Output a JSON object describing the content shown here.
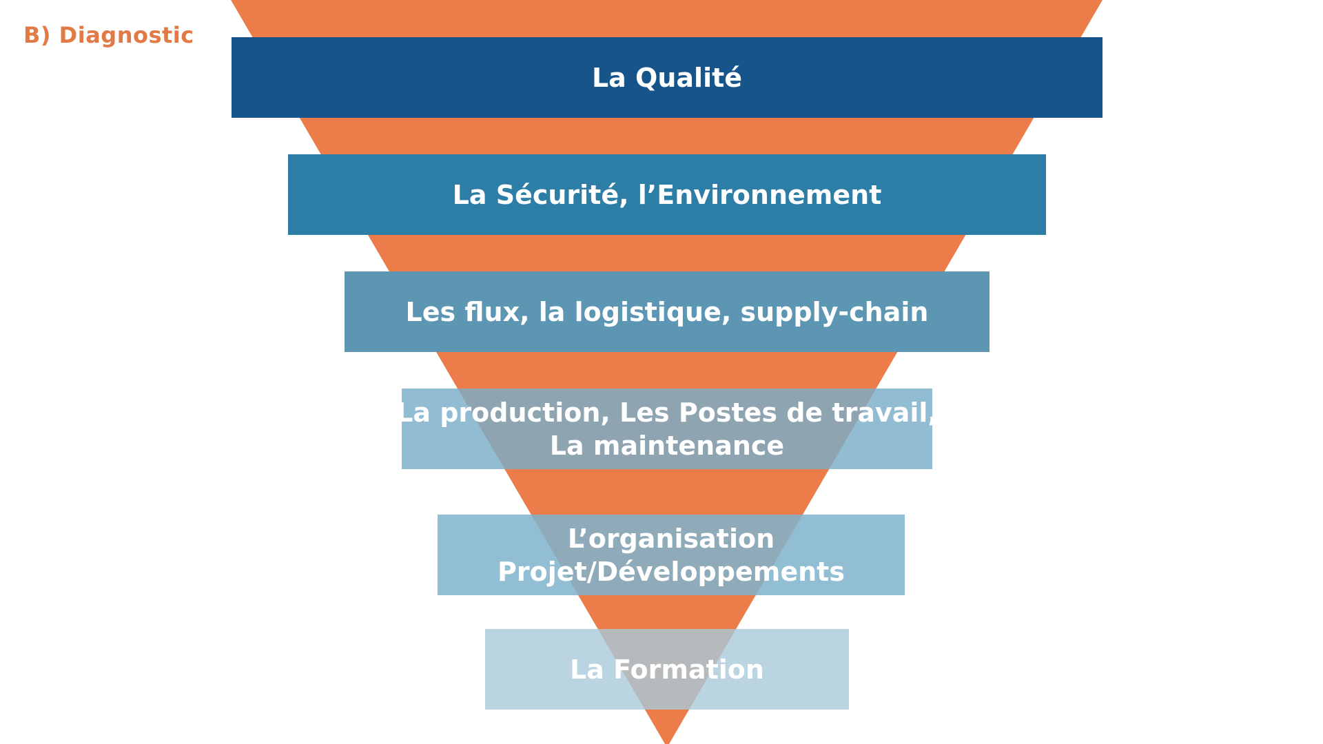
{
  "title": "B) Diagnostic",
  "colors": {
    "title": "#e27a45",
    "funnel": "#ec7d4a"
  },
  "levels": [
    {
      "lines": [
        "La Qualité"
      ],
      "color": "#17548a",
      "opacity": 1
    },
    {
      "lines": [
        "La Sécurité, l’Environnement"
      ],
      "color": "#2d7ea6",
      "opacity": 1
    },
    {
      "lines": [
        "Les flux, la logistique, supply-chain"
      ],
      "color": "#5c96b3",
      "opacity": 1
    },
    {
      "lines": [
        "La production, Les Postes de travail,",
        "La maintenance"
      ],
      "color": "#7aadc8",
      "opacity": 0.82
    },
    {
      "lines": [
        "L’organisation",
        "Projet/Développements"
      ],
      "color": "#7fb3cc",
      "opacity": 0.85
    },
    {
      "lines": [
        "La Formation"
      ],
      "color": "#a9c9d9",
      "opacity": 0.8
    }
  ]
}
